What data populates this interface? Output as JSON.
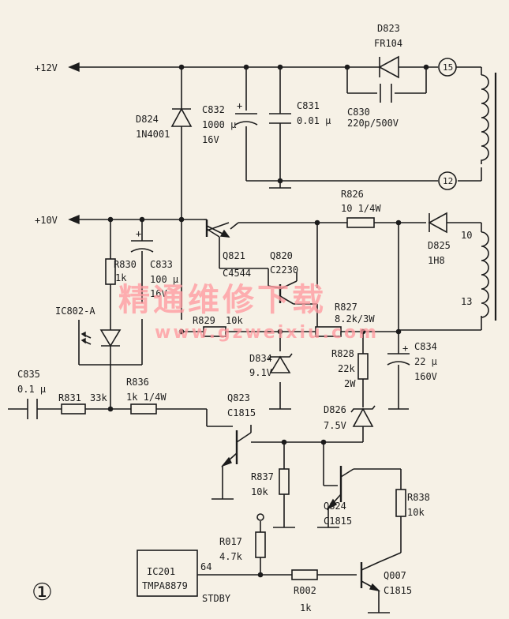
{
  "header": {
    "text": ""
  },
  "figure_number": "①",
  "rails": {
    "plus12v": "+12V",
    "plus10v": "+10V"
  },
  "transformer_pins": {
    "p15": "15",
    "p12": "12",
    "p10": "10",
    "p13": "13"
  },
  "components": {
    "d823": {
      "ref": "D823",
      "value": "FR104"
    },
    "c830": {
      "ref": "C830",
      "value": "220p/500V"
    },
    "d824": {
      "ref": "D824",
      "value": "1N4001"
    },
    "c832": {
      "ref": "C832",
      "value": "1000 μ",
      "value2": "16V"
    },
    "c831": {
      "ref": "C831",
      "value": "0.01 μ"
    },
    "r826": {
      "ref": "R826",
      "value": "10 1/4W"
    },
    "d825": {
      "ref": "D825",
      "value": "1H8"
    },
    "r830": {
      "ref": "R830",
      "value": "1k"
    },
    "c833": {
      "ref": "C833",
      "value": "100 μ",
      "value2": "16V"
    },
    "q821": {
      "ref": "Q821",
      "value": "C4544"
    },
    "q820": {
      "ref": "Q820",
      "value": "C2230"
    },
    "r827": {
      "ref": "R827",
      "value": "8.2k/3W"
    },
    "ic802": {
      "ref": "IC802-A"
    },
    "r829": {
      "ref": "R829",
      "value": "10k"
    },
    "d834": {
      "ref": "D834",
      "value": "9.1V"
    },
    "r828": {
      "ref": "R828",
      "value": "22k",
      "value2": "2W"
    },
    "c834": {
      "ref": "C834",
      "value": "22 μ",
      "value2": "160V"
    },
    "c835": {
      "ref": "C835",
      "value": "0.1 μ"
    },
    "r831": {
      "ref": "R831",
      "value": "33k"
    },
    "r836": {
      "ref": "R836",
      "value": "1k 1/4W"
    },
    "q823": {
      "ref": "Q823",
      "value": "C1815"
    },
    "d826": {
      "ref": "D826",
      "value": "7.5V"
    },
    "r837": {
      "ref": "R837",
      "value": "10k"
    },
    "q824": {
      "ref": "Q824",
      "value": "C1815"
    },
    "r838": {
      "ref": "R838",
      "value": "10k"
    },
    "r017": {
      "ref": "R017",
      "value": "4.7k"
    },
    "ic201": {
      "ref": "IC201",
      "value": "TMPA8879"
    },
    "ic201_pin": "64",
    "stdby": "STDBY",
    "r002": {
      "ref": "R002",
      "value": "1k"
    },
    "q007": {
      "ref": "Q007",
      "value": "C1815"
    }
  },
  "watermark": {
    "cn": "精通维修下载",
    "url": "www.gzweixiu.com"
  }
}
